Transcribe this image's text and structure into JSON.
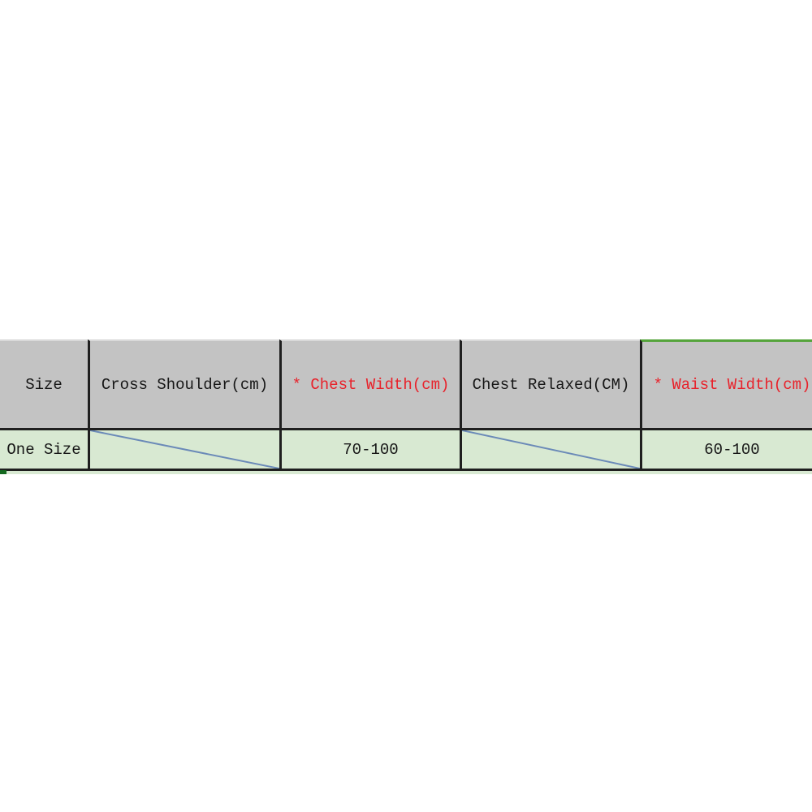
{
  "page": {
    "background": "#ffffff",
    "description": "Cropped spreadsheet screenshot of a garment size chart"
  },
  "table": {
    "columns": [
      {
        "label": "Size",
        "style": "default"
      },
      {
        "label": "Cross Shoulder(cm)",
        "style": "default"
      },
      {
        "label": "* Chest Width(cm)",
        "style": "red"
      },
      {
        "label": "Chest Relaxed(CM)",
        "style": "default"
      },
      {
        "label": "* Waist Width(cm)",
        "style": "red",
        "selected": true
      }
    ],
    "rows": [
      {
        "cells": [
          "One Size",
          "",
          "70-100",
          "",
          "60-100"
        ],
        "diagonal_na_cells": [
          1,
          3
        ]
      }
    ],
    "colors": {
      "header_bg": "#c3c3c3",
      "row_bg": "#d8e9d2",
      "grid_border": "#1f1f1f",
      "header_top_edge": "#d9d9d9",
      "selected_cell_border": "#55a43b",
      "red_header_text": "#e8212a",
      "diagonal_line": "#6b8ab8",
      "corner_marker": "#14691f",
      "text": "#161616"
    }
  }
}
